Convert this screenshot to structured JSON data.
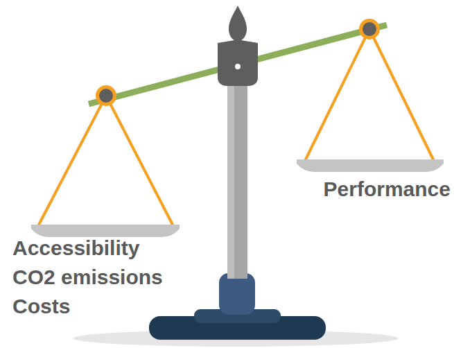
{
  "diagram": {
    "labels": [
      "Accessibility",
      "CO2 emissions",
      "Costs",
      "Performance"
    ]
  }
}
